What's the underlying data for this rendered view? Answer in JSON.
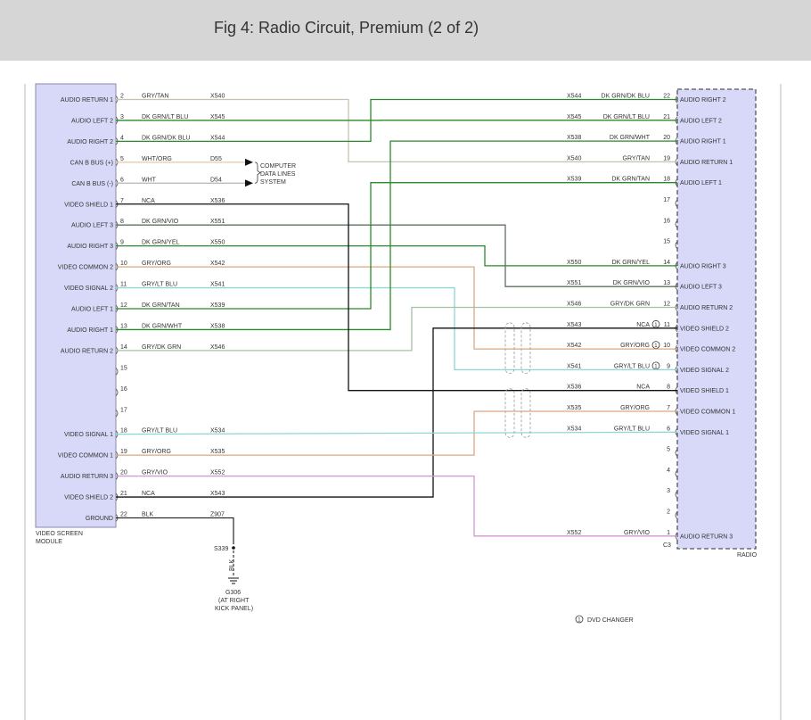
{
  "header": {
    "title": "Fig 4: Radio Circuit, Premium (2 of 2)"
  },
  "left_module": {
    "label_lines": [
      "VIDEO SCREEN",
      "MODULE"
    ],
    "pins": [
      {
        "pin": "2",
        "name": "AUDIO RETURN 1",
        "wire": "GRY/TAN",
        "circuit": "X540"
      },
      {
        "pin": "3",
        "name": "AUDIO LEFT 2",
        "wire": "DK GRN/LT BLU",
        "circuit": "X545"
      },
      {
        "pin": "4",
        "name": "AUDIO RIGHT 2",
        "wire": "DK GRN/DK BLU",
        "circuit": "X544"
      },
      {
        "pin": "5",
        "name": "CAN B BUS (+)",
        "wire": "WHT/ORG",
        "circuit": "D55"
      },
      {
        "pin": "6",
        "name": "CAN B BUS (-)",
        "wire": "WHT",
        "circuit": "D54"
      },
      {
        "pin": "7",
        "name": "VIDEO SHIELD 1",
        "wire": "NCA",
        "circuit": "X536"
      },
      {
        "pin": "8",
        "name": "AUDIO LEFT 3",
        "wire": "DK GRN/VIO",
        "circuit": "X551"
      },
      {
        "pin": "9",
        "name": "AUDIO RIGHT 3",
        "wire": "DK GRN/YEL",
        "circuit": "X550"
      },
      {
        "pin": "10",
        "name": "VIDEO COMMON 2",
        "wire": "GRY/ORG",
        "circuit": "X542"
      },
      {
        "pin": "11",
        "name": "VIDEO SIGNAL 2",
        "wire": "GRY/LT BLU",
        "circuit": "X541"
      },
      {
        "pin": "12",
        "name": "AUDIO LEFT 1",
        "wire": "DK GRN/TAN",
        "circuit": "X539"
      },
      {
        "pin": "13",
        "name": "AUDIO RIGHT 1",
        "wire": "DK GRN/WHT",
        "circuit": "X538"
      },
      {
        "pin": "14",
        "name": "AUDIO RETURN 2",
        "wire": "GRY/DK GRN",
        "circuit": "X546"
      },
      {
        "pin": "15",
        "name": "",
        "wire": "",
        "circuit": ""
      },
      {
        "pin": "16",
        "name": "",
        "wire": "",
        "circuit": ""
      },
      {
        "pin": "17",
        "name": "",
        "wire": "",
        "circuit": ""
      },
      {
        "pin": "18",
        "name": "VIDEO SIGNAL 1",
        "wire": "GRY/LT BLU",
        "circuit": "X534"
      },
      {
        "pin": "19",
        "name": "VIDEO COMMON 1",
        "wire": "GRY/ORG",
        "circuit": "X535"
      },
      {
        "pin": "20",
        "name": "AUDIO RETURN 3",
        "wire": "GRY/VIO",
        "circuit": "X552"
      },
      {
        "pin": "21",
        "name": "VIDEO SHIELD 2",
        "wire": "NCA",
        "circuit": "X543"
      },
      {
        "pin": "22",
        "name": "GROUND",
        "wire": "BLK",
        "circuit": "Z907"
      }
    ]
  },
  "right_module": {
    "label": "RADIO",
    "connector": "C3",
    "pins": [
      {
        "pin": "22",
        "name": "AUDIO RIGHT 2",
        "wire": "DK GRN/DK BLU",
        "circuit": "X544",
        "dvd": false
      },
      {
        "pin": "21",
        "name": "AUDIO LEFT 2",
        "wire": "DK GRN/LT BLU",
        "circuit": "X545",
        "dvd": false
      },
      {
        "pin": "20",
        "name": "AUDIO RIGHT 1",
        "wire": "DK GRN/WHT",
        "circuit": "X538",
        "dvd": false
      },
      {
        "pin": "19",
        "name": "AUDIO RETURN 1",
        "wire": "GRY/TAN",
        "circuit": "X540",
        "dvd": false
      },
      {
        "pin": "18",
        "name": "AUDIO LEFT 1",
        "wire": "DK GRN/TAN",
        "circuit": "X539",
        "dvd": false
      },
      {
        "pin": "17",
        "name": "",
        "wire": "",
        "circuit": "",
        "dvd": false
      },
      {
        "pin": "16",
        "name": "",
        "wire": "",
        "circuit": "",
        "dvd": false
      },
      {
        "pin": "15",
        "name": "",
        "wire": "",
        "circuit": "",
        "dvd": false
      },
      {
        "pin": "14",
        "name": "AUDIO RIGHT 3",
        "wire": "DK GRN/YEL",
        "circuit": "X550",
        "dvd": false
      },
      {
        "pin": "13",
        "name": "AUDIO LEFT 3",
        "wire": "DK GRN/VIO",
        "circuit": "X551",
        "dvd": false
      },
      {
        "pin": "12",
        "name": "AUDIO RETURN 2",
        "wire": "GRY/DK GRN",
        "circuit": "X546",
        "dvd": false
      },
      {
        "pin": "11",
        "name": "VIDEO SHIELD 2",
        "wire": "NCA",
        "circuit": "X543",
        "dvd": true
      },
      {
        "pin": "10",
        "name": "VIDEO COMMON 2",
        "wire": "GRY/ORG",
        "circuit": "X542",
        "dvd": true
      },
      {
        "pin": "9",
        "name": "VIDEO SIGNAL 2",
        "wire": "GRY/LT BLU",
        "circuit": "X541",
        "dvd": true
      },
      {
        "pin": "8",
        "name": "VIDEO SHIELD 1",
        "wire": "NCA",
        "circuit": "X536",
        "dvd": false
      },
      {
        "pin": "7",
        "name": "VIDEO COMMON 1",
        "wire": "GRY/ORG",
        "circuit": "X535",
        "dvd": false
      },
      {
        "pin": "6",
        "name": "VIDEO SIGNAL 1",
        "wire": "GRY/LT BLU",
        "circuit": "X534",
        "dvd": false
      },
      {
        "pin": "5",
        "name": "",
        "wire": "",
        "circuit": "",
        "dvd": false
      },
      {
        "pin": "4",
        "name": "",
        "wire": "",
        "circuit": "",
        "dvd": false
      },
      {
        "pin": "3",
        "name": "",
        "wire": "",
        "circuit": "",
        "dvd": false
      },
      {
        "pin": "2",
        "name": "",
        "wire": "",
        "circuit": "",
        "dvd": false
      },
      {
        "pin": "1",
        "name": "AUDIO RETURN 3",
        "wire": "GRY/VIO",
        "circuit": "X552",
        "dvd": false
      }
    ]
  },
  "computer_data_label": [
    "COMPUTER",
    "DATA LINES",
    "SYSTEM"
  ],
  "splice": {
    "name": "S339",
    "wire": "BLK"
  },
  "ground": {
    "lines": [
      "G306",
      "(AT RIGHT",
      "KICK PANEL)"
    ]
  },
  "legend": {
    "marker": "1",
    "text": "DVD CHANGER"
  },
  "colors": {
    "module_fill": "#d8d8f8",
    "module_stroke": "#8888aa",
    "GRY/TAN": "#c8c0b0",
    "DK GRN": "#2a8a2a",
    "GRY/DK GRN": "#a8c0a8",
    "WHT/ORG": "#e6c8a8",
    "WHT": "#bbbbbb",
    "NCA": "#111111",
    "DK GRN/VIO": "#607060",
    "GRY/ORG": "#d9a882",
    "GRY/LT BLU": "#8fd6d6",
    "GRY/VIO": "#d494d4",
    "BLK": "#111111"
  }
}
